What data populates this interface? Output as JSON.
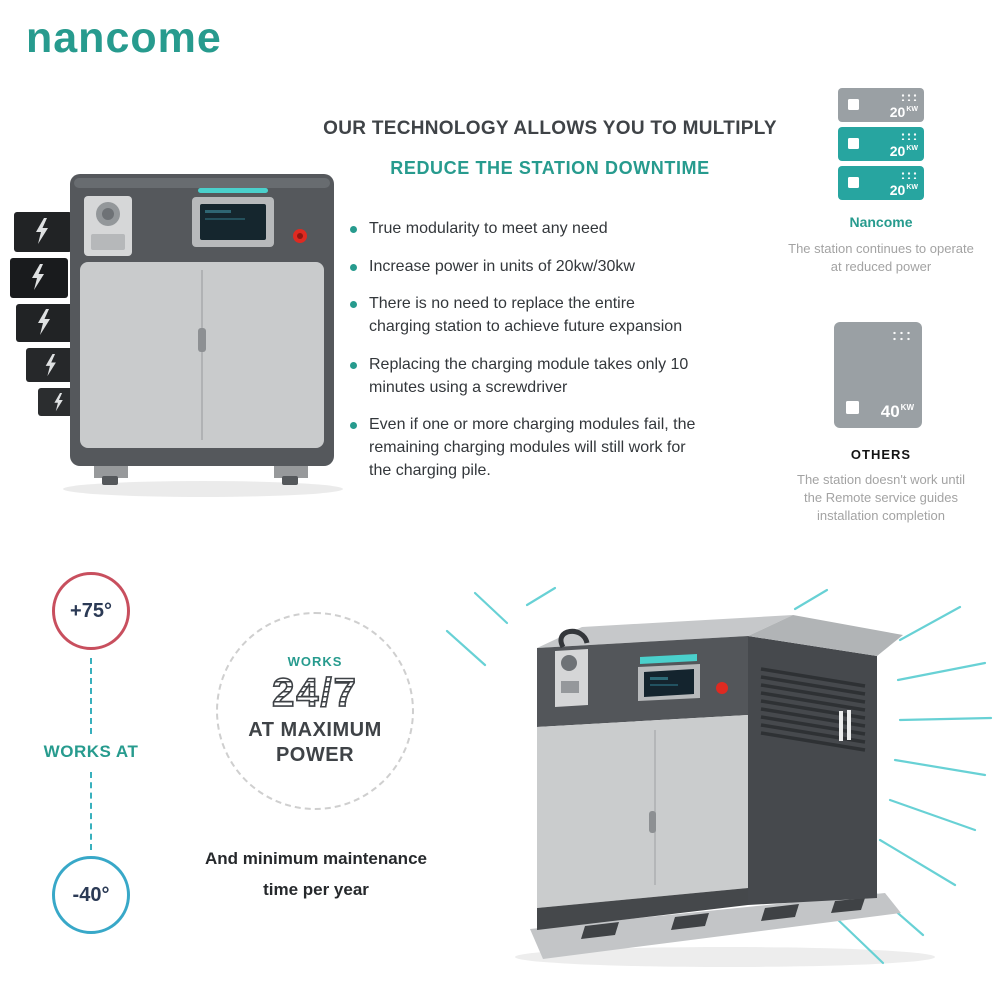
{
  "brand": {
    "logo_text": "nancome",
    "color": "#279b8e"
  },
  "header": {
    "title": "OUR TECHNOLOGY ALLOWS YOU TO MULTIPLY",
    "subtitle": "REDUCE THE STATION DOWNTIME"
  },
  "bullets": [
    "True modularity to meet any need",
    "Increase power in units of 20kw/30kw",
    "There is no need to replace the entire\ncharging station to achieve future expansion",
    "Replacing the charging module takes only 10\nminutes using a screwdriver",
    "Even if one or more charging modules fail, the\nremaining charging modules will still work for\nthe charging pile."
  ],
  "comparison": {
    "nancome": {
      "label": "Nancome",
      "caption": "The station continues to operate\nat reduced power",
      "modules": [
        {
          "power": "20",
          "unit": "KW"
        },
        {
          "power": "20",
          "unit": "KW"
        },
        {
          "power": "20",
          "unit": "KW"
        }
      ]
    },
    "others": {
      "label": "OTHERS",
      "caption": "The station doesn't work until\nthe Remote service guides\ninstallation completion",
      "module": {
        "power": "40",
        "unit": "KW"
      }
    }
  },
  "temperature": {
    "max": "+75°",
    "works_at": "WORKS AT",
    "min": "-40°"
  },
  "badge": {
    "works": "WORKS",
    "number": "24/7",
    "line1": "AT MAXIMUM",
    "line2": "POWER"
  },
  "maintenance": {
    "text": "And minimum maintenance\ntime per year"
  },
  "colors": {
    "teal_accent": "#4ad0cc",
    "module_gray": "#9aa0a4",
    "module_teal": "#27a5a0",
    "hot_circle": "#c84f5e",
    "cold_circle": "#38a8c8"
  }
}
